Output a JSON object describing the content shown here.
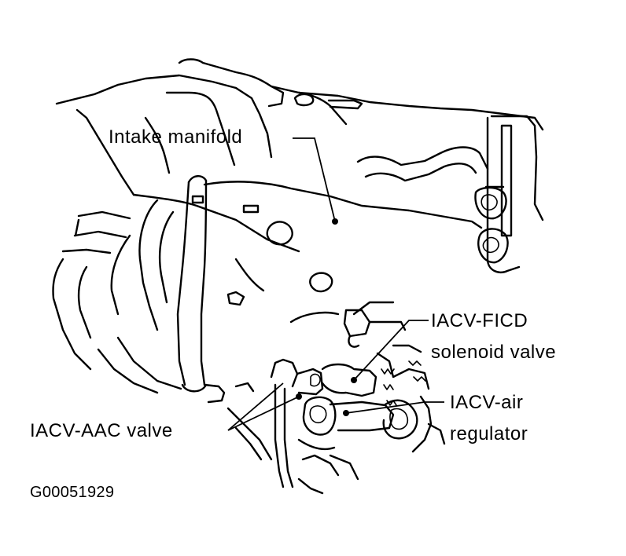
{
  "labels": {
    "intake_manifold": "Intake manifold",
    "iacv_ficd_line1": "IACV-FICD",
    "iacv_ficd_line2": "solenoid valve",
    "iacv_aac": "IACV-AAC valve",
    "iacv_air_line1": "IACV-air",
    "iacv_air_line2": "regulator"
  },
  "figure_id": "G00051929",
  "colors": {
    "ink": "#000000",
    "paper": "#ffffff"
  }
}
